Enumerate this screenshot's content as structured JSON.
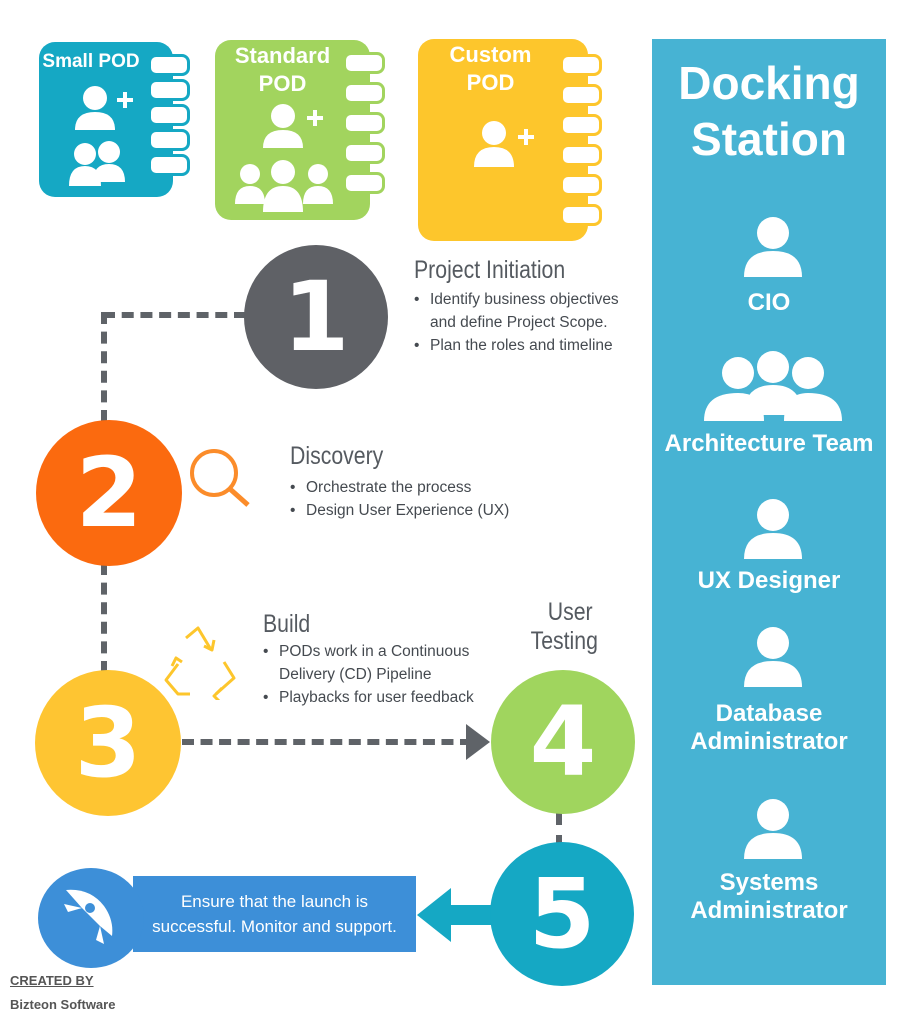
{
  "pods": [
    {
      "title_lines": [
        "Small POD"
      ],
      "color": "#15a8c4",
      "icon": "person-plus-and-group-icon"
    },
    {
      "title_lines": [
        "Standard",
        "POD"
      ],
      "color": "#a2d45e",
      "icon": "person-plus-and-team-icon"
    },
    {
      "title_lines": [
        "Custom",
        "POD"
      ],
      "color": "#fdc62c",
      "icon": "person-plus-icon"
    }
  ],
  "steps": [
    {
      "number": "1",
      "color": "#5f6166",
      "heading": "Project Initiation",
      "bullets": [
        "Identify business objectives and define Project Scope.",
        "Plan the roles and timeline"
      ]
    },
    {
      "number": "2",
      "color": "#fb6a0f",
      "heading": "Discovery",
      "bullets": [
        "Orchestrate the process",
        "Design User Experience (UX)"
      ],
      "icon": "magnifier-icon"
    },
    {
      "number": "3",
      "color": "#fec532",
      "heading": "Build",
      "bullets": [
        "PODs work in a Continuous Delivery (CD) Pipeline",
        "Playbacks for user feedback"
      ],
      "icon": "recycle-arrows-icon"
    },
    {
      "number": "4",
      "color": "#a0d55e",
      "heading_lines": [
        "User",
        "Testing"
      ]
    },
    {
      "number": "5",
      "color": "#15a8c4"
    }
  ],
  "launch": {
    "lines": [
      "Ensure that the launch is",
      "successful. Monitor and support."
    ],
    "icon": "rocket-icon",
    "color": "#3d8fd8"
  },
  "dock": {
    "title_lines": [
      "Docking",
      "Station"
    ],
    "color": "#47b3d3",
    "roles": [
      {
        "lines": [
          "CIO"
        ],
        "icon": "person-icon"
      },
      {
        "lines": [
          "Architecture Team"
        ],
        "icon": "team-icon"
      },
      {
        "lines": [
          "UX Designer"
        ],
        "icon": "person-icon"
      },
      {
        "lines": [
          "Database",
          "Administrator"
        ],
        "icon": "person-icon"
      },
      {
        "lines": [
          "Systems",
          "Administrator"
        ],
        "icon": "person-icon"
      }
    ]
  },
  "credits": {
    "line1": "CREATED BY",
    "line2": "Bizteon Software"
  }
}
